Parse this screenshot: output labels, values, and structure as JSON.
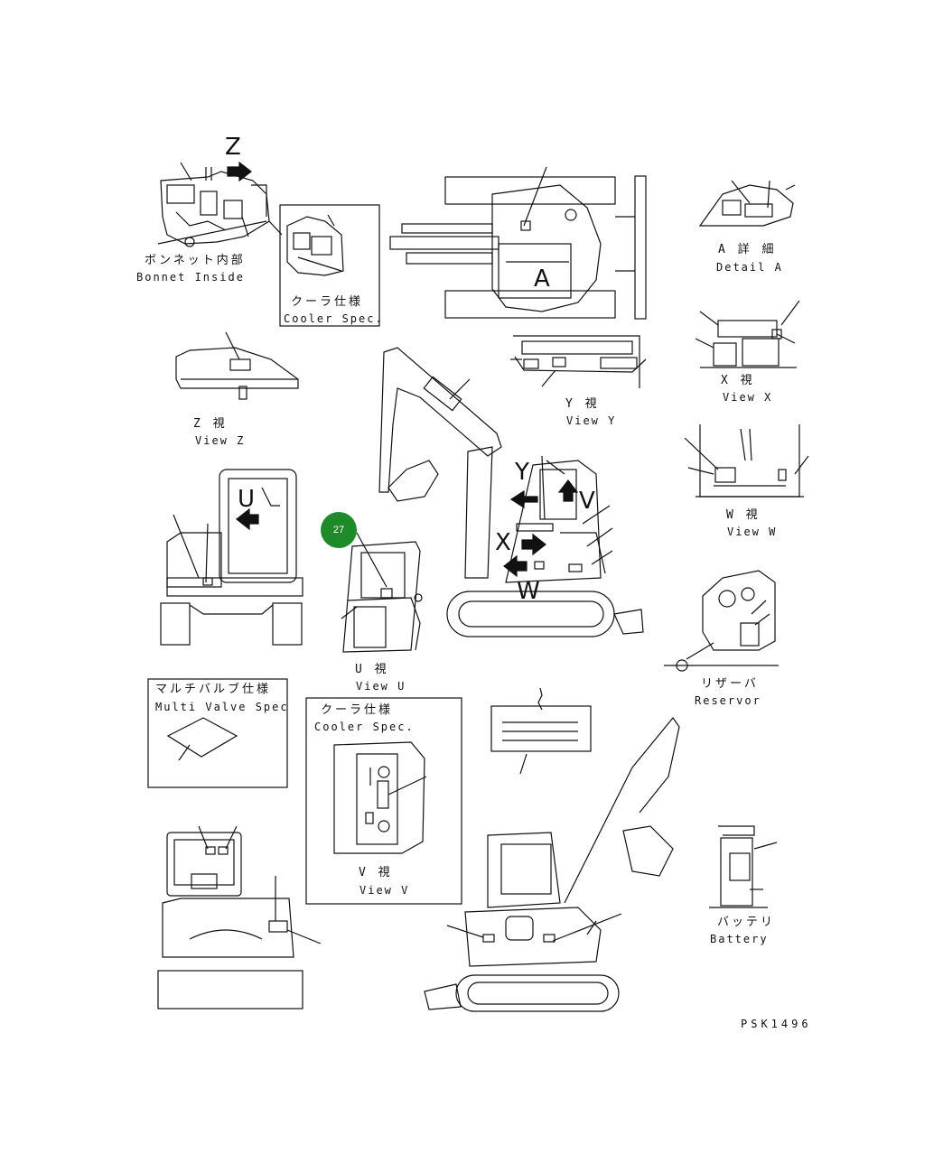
{
  "labels": {
    "bonnet_jp": "ボンネット内部",
    "bonnet_en": "Bonnet Inside",
    "cooler_top_jp": "クーラ仕様",
    "cooler_top_en": "Cooler Spec.",
    "detail_a_jp": "A 詳 細",
    "detail_a_en": "Detail A",
    "view_x_jp": "X 視",
    "view_x_en": "View X",
    "view_y_jp": "Y 視",
    "view_y_en": "View Y",
    "view_z_jp": "Z 視",
    "view_z_en": "View Z",
    "view_w_jp": "W 視",
    "view_w_en": "View W",
    "view_u_jp": "U 視",
    "view_u_en": "View U",
    "reservoir_jp": "リザーバ",
    "reservoir_en": "Reservor",
    "multi_valve_jp": "マルチバルブ仕様",
    "multi_valve_en": "Multi Valve Spec",
    "cooler_mid_jp": "クーラ仕様",
    "cooler_mid_en": "Cooler Spec.",
    "view_v_jp": "V 視",
    "view_v_en": "View V",
    "battery_jp": "バッテリ",
    "battery_en": "Battery",
    "drawing_no": "PSK1496"
  },
  "view_letters": {
    "z": "Z",
    "a": "A",
    "u": "U",
    "y": "Y",
    "v": "V",
    "x": "X",
    "w": "W"
  },
  "callout": {
    "number": "27"
  },
  "colors": {
    "callout_fill": "#1e8a2a",
    "line": "#111111"
  }
}
